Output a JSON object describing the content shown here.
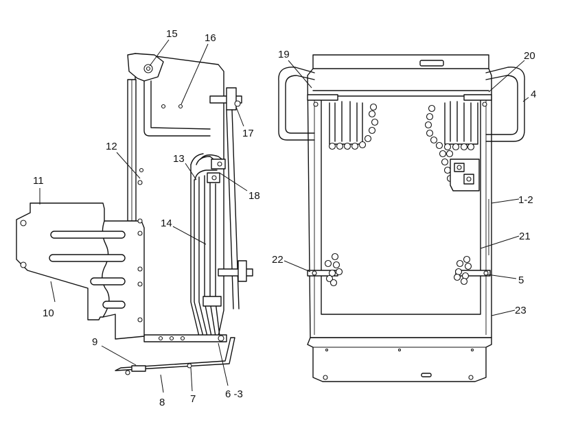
{
  "diagram": {
    "callouts": {
      "c15": "15",
      "c16": "16",
      "c17": "17",
      "c12": "12",
      "c13": "13",
      "c18": "18",
      "c11": "11",
      "c14": "14",
      "c10": "10",
      "c9": "9",
      "c8": "8",
      "c7": "7",
      "c6_3": "6 -3",
      "c19": "19",
      "c20": "20",
      "c4": "4",
      "c1_2": "1-2",
      "c21": "21",
      "c22": "22",
      "c5": "5",
      "c23": "23"
    }
  }
}
